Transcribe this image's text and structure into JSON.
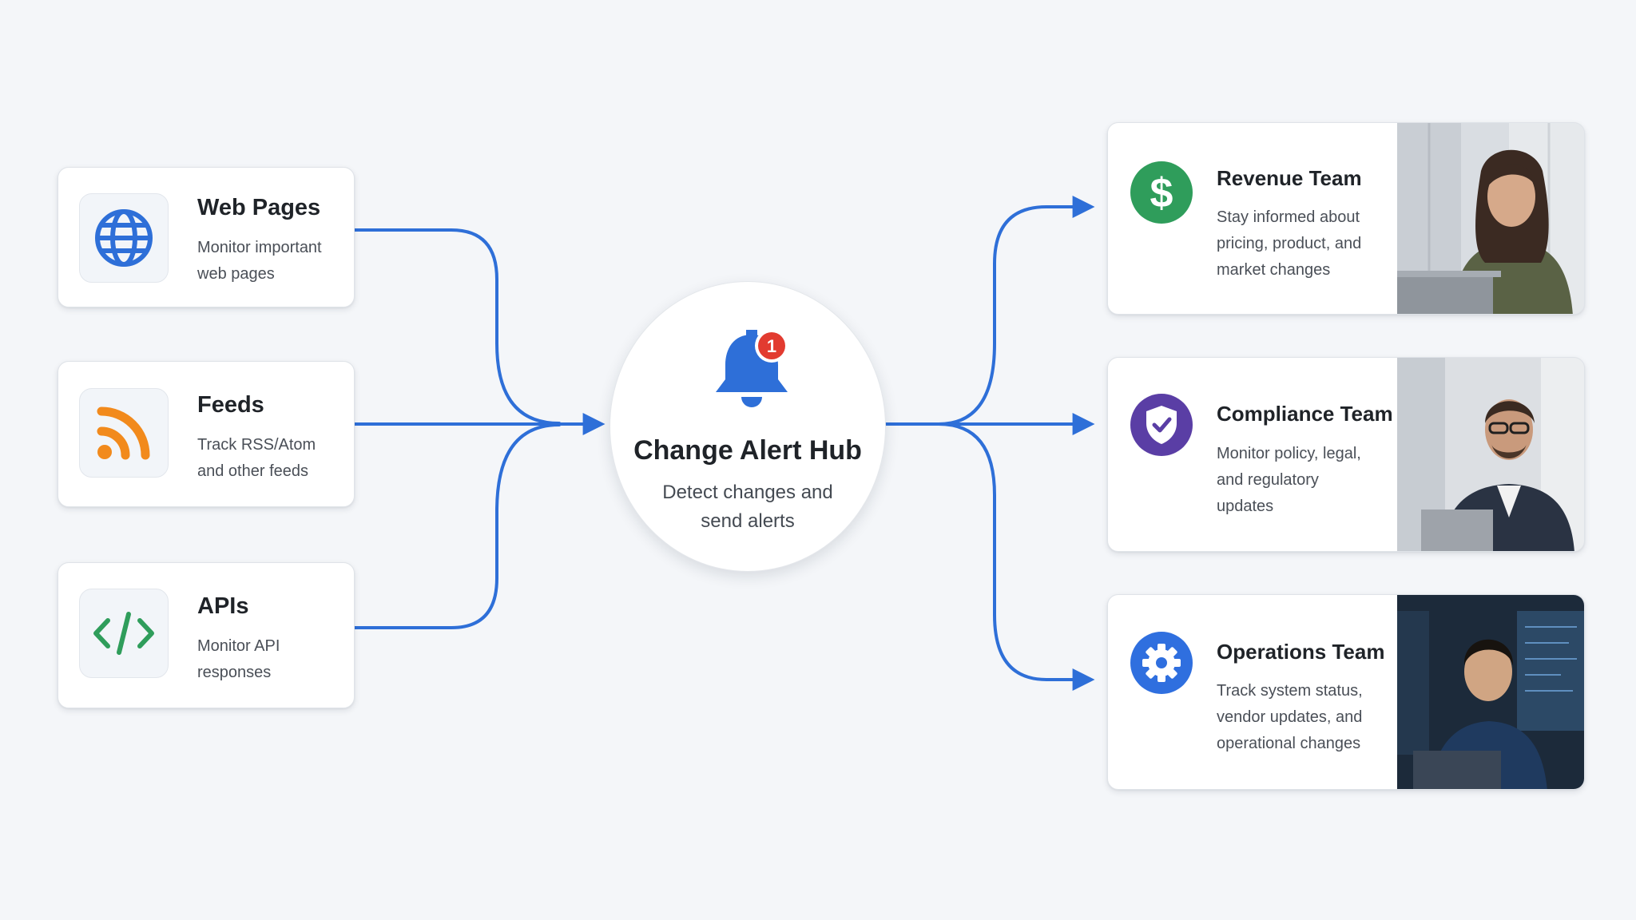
{
  "sources": [
    {
      "title": "Web Pages",
      "desc_line1": "Monitor important",
      "desc_line2": "web pages",
      "icon": "globe-icon"
    },
    {
      "title": "Feeds",
      "desc_line1": "Track RSS/Atom",
      "desc_line2": "and other feeds",
      "icon": "rss-icon"
    },
    {
      "title": "APIs",
      "desc_line1": "Monitor API",
      "desc_line2": "responses",
      "icon": "code-icon"
    }
  ],
  "hub": {
    "title": "Change Alert Hub",
    "desc_line1": "Detect changes and",
    "desc_line2": "send alerts",
    "badge": "1",
    "icon": "bell-icon"
  },
  "teams": [
    {
      "title": "Revenue Team",
      "desc_line1": "Stay informed about",
      "desc_line2": "pricing, product, and",
      "desc_line3": "market changes",
      "icon": "dollar-icon",
      "color": "#2f9d5b"
    },
    {
      "title": "Compliance Team",
      "desc_line1": "Monitor policy, legal,",
      "desc_line2": "and regulatory",
      "desc_line3": "updates",
      "icon": "shield-check-icon",
      "color": "#5a3ea5"
    },
    {
      "title": "Operations Team",
      "desc_line1": "Track system status,",
      "desc_line2": "vendor updates, and",
      "desc_line3": "operational changes",
      "icon": "gear-icon",
      "color": "#2f6fdf"
    }
  ],
  "colors": {
    "connector": "#2e6fd8",
    "globe": "#2e6fd8",
    "rss": "#f28a1c",
    "code": "#2f9d5b",
    "bell": "#2e6fd8",
    "badge": "#e23b30"
  }
}
